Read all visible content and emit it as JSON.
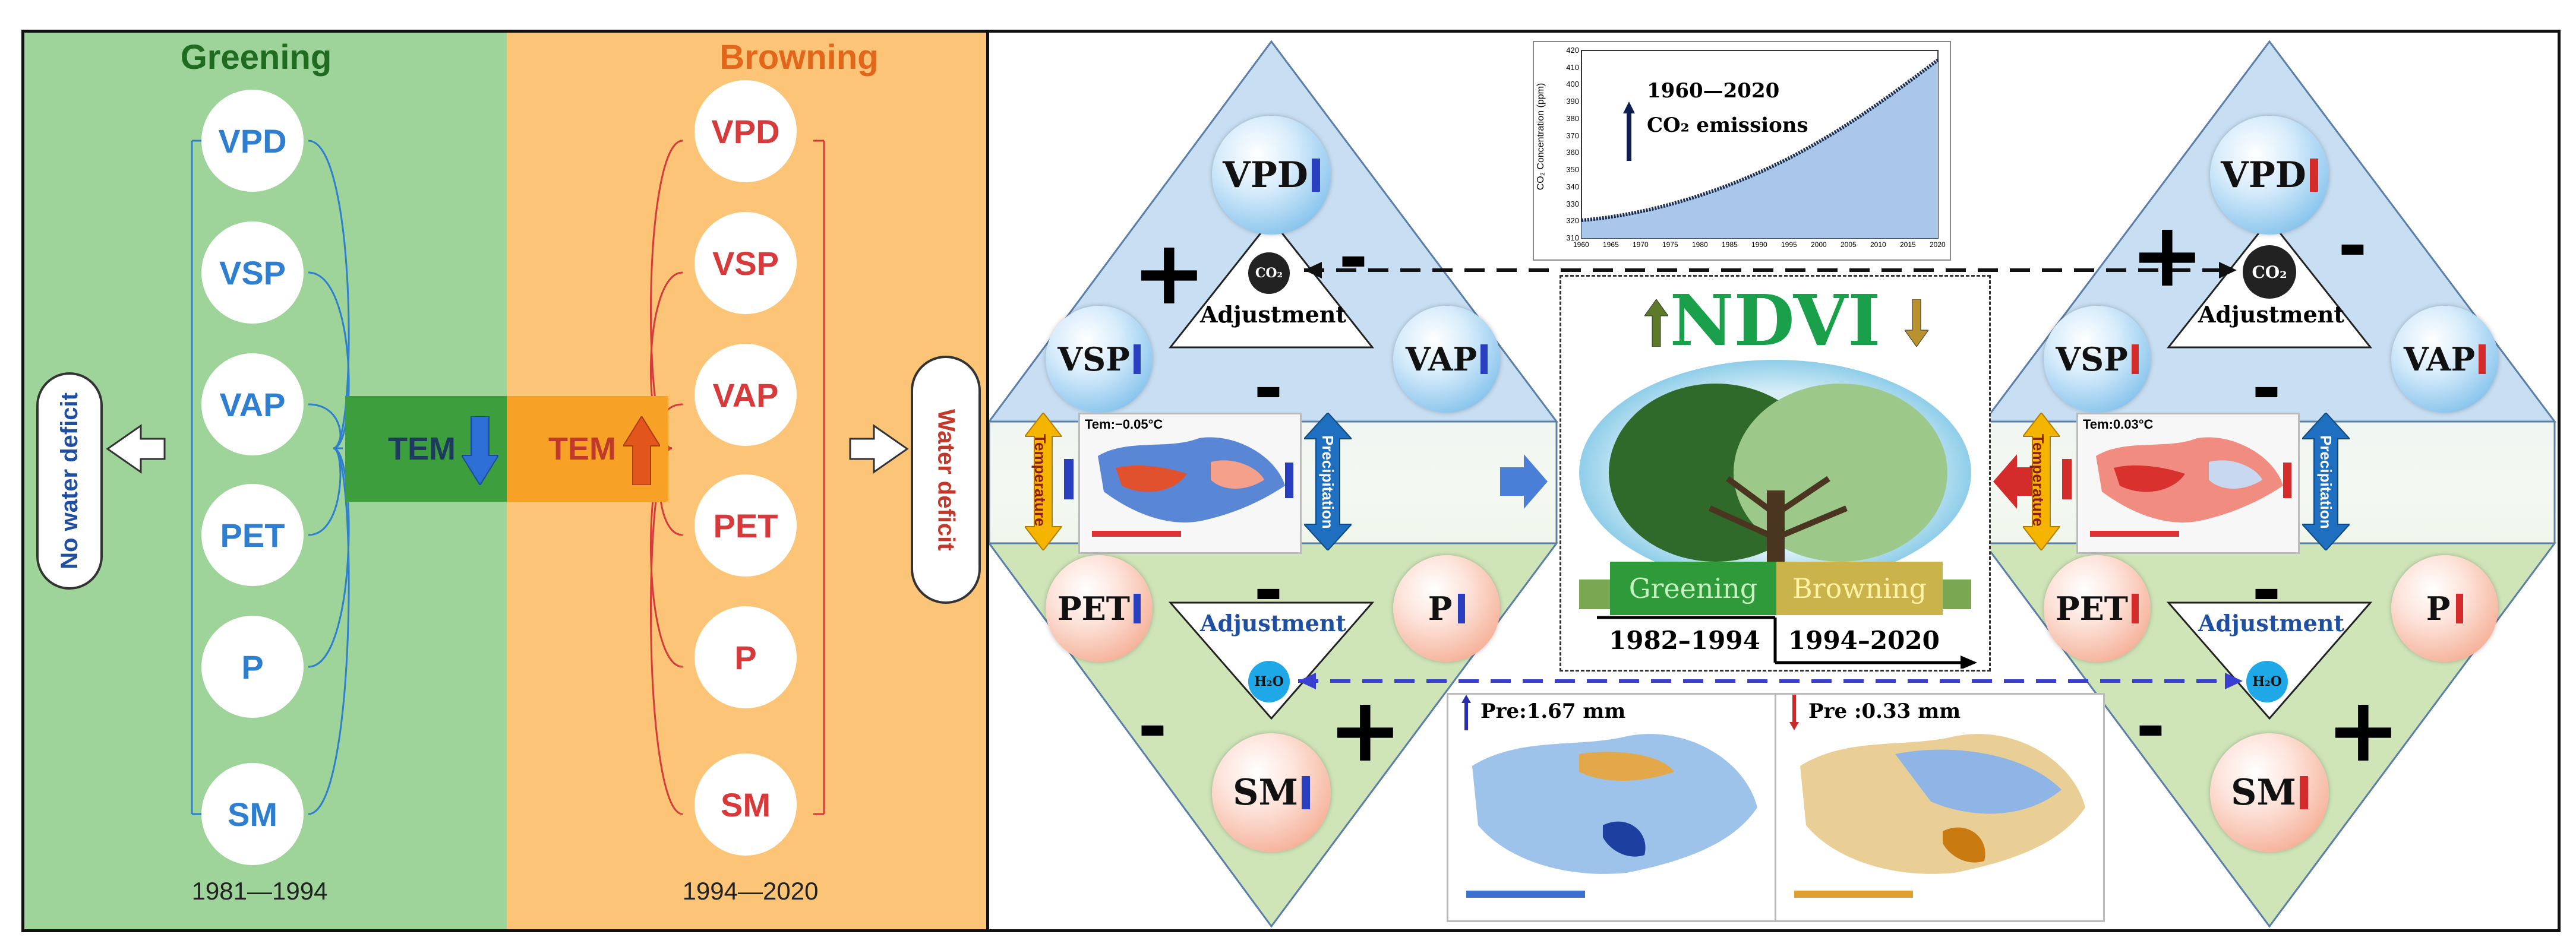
{
  "left_panel": {
    "greening": {
      "title": "Greening",
      "title_color": "#1f6b1f",
      "variables": [
        "VPD",
        "VSP",
        "VAP",
        "PET",
        "P",
        "SM"
      ],
      "period": "1981—1994",
      "tem_label": "TEM",
      "tem_trend": "down",
      "outcome": "No water deficit",
      "outcome_color": "#1f4fa0"
    },
    "browning": {
      "title": "Browning",
      "title_color": "#e2671b",
      "variables": [
        "VPD",
        "VSP",
        "VAP",
        "PET",
        "P",
        "SM"
      ],
      "period": "1994—2020",
      "tem_label": "TEM",
      "tem_trend": "up",
      "outcome": "Water deficit",
      "outcome_color": "#c0392b"
    },
    "colors": {
      "green_bg": "#9ed49a",
      "orange_bg": "#fbc476",
      "blue_var": "#2e7fd0",
      "red_var": "#d63a3a"
    }
  },
  "right_panel": {
    "left_diamond": {
      "top_balls": {
        "top": "VPD",
        "left": "VSP",
        "right": "VAP"
      },
      "top_trends": {
        "VPD": "down",
        "VSP": "down",
        "VAP": "up"
      },
      "adjustment_top": "Adjustment",
      "co2_label": "CO₂",
      "signs_top": {
        "left": "+",
        "right": "-",
        "bottom": "-"
      },
      "band": {
        "temperature_label": "Temperature",
        "temperature_trend": "down",
        "precipitation_label": "Precipitation",
        "precipitation_trend": "up",
        "tem_map_label": "Tem:−0.05°C"
      },
      "bottom_balls": {
        "left": "PET",
        "right": "P",
        "bottom": "SM"
      },
      "bottom_trends": {
        "PET": "down",
        "P": "up",
        "SM": "up"
      },
      "adjustment_bottom": "Adjustment",
      "h2o_label": "H₂O",
      "signs_bottom": {
        "top": "-",
        "left": "-",
        "right": "+"
      }
    },
    "right_diamond": {
      "top_balls": {
        "top": "VPD",
        "left": "VSP",
        "right": "VAP"
      },
      "top_trends": {
        "VPD": "up",
        "VSP": "up",
        "VAP": "down"
      },
      "adjustment_top": "Adjustment",
      "co2_label": "CO₂",
      "signs_top": {
        "left": "+",
        "right": "-",
        "bottom": "-"
      },
      "band": {
        "temperature_label": "Temperature",
        "temperature_trend": "up",
        "precipitation_label": "Precipitation",
        "precipitation_trend": "down",
        "tem_map_label": "Tem:0.03°C"
      },
      "bottom_balls": {
        "left": "PET",
        "right": "P",
        "bottom": "SM"
      },
      "bottom_trends": {
        "PET": "up",
        "P": "down",
        "SM": "down"
      },
      "adjustment_bottom": "Adjustment",
      "h2o_label": "H₂O",
      "signs_bottom": {
        "top": "-",
        "left": "-",
        "right": "+"
      }
    },
    "co2_chart": {
      "annotation_line1": "1960—2020",
      "annotation_line2": "CO₂ emissions",
      "ylabel": "CO₂ Concentration (ppm)",
      "y_ticks": [
        "310",
        "320",
        "330",
        "340",
        "350",
        "360",
        "370",
        "380",
        "390",
        "400",
        "410",
        "420"
      ],
      "x_ticks": [
        "1960",
        "1965",
        "1970",
        "1975",
        "1980",
        "1985",
        "1990",
        "1995",
        "2000",
        "2005",
        "2010",
        "2015",
        "2020"
      ]
    },
    "center": {
      "ndvi_title": "NDVI",
      "greening_label": "Greening",
      "browning_label": "Browning",
      "period1": "1982–1994",
      "period2": "1994–2020"
    },
    "pre_maps": {
      "left_label": "Pre:1.67 mm",
      "right_label": "Pre :0.33 mm"
    },
    "colors": {
      "blue_tri": "#c8def2",
      "green_tri": "#cfe5b8",
      "accent_green": "#1aa04a",
      "arrow_blue": "#4a7fd8",
      "arrow_red": "#d42b2b"
    }
  }
}
